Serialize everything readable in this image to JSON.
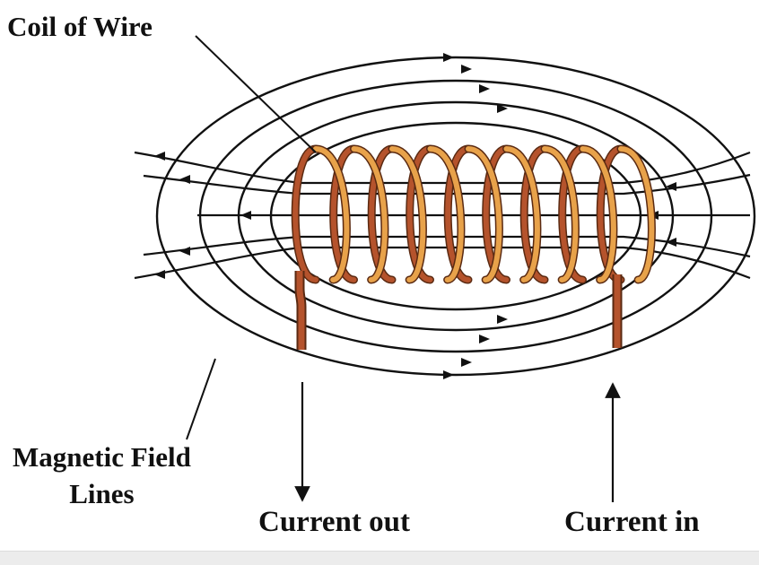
{
  "labels": {
    "coil": "Coil of Wire",
    "field_line1": "Magnetic Field",
    "field_line2": "Lines",
    "current_out": "Current out",
    "current_in": "Current in"
  },
  "colors": {
    "line": "#111111",
    "coil_front": "#e8a24a",
    "coil_back": "#b5532c",
    "coil_outline": "#5a2a12",
    "background": "#ffffff"
  },
  "icons": {
    "field_arrow": "arrowhead-icon",
    "current_arrow": "arrow-icon"
  },
  "coil": {
    "turns": 9
  }
}
